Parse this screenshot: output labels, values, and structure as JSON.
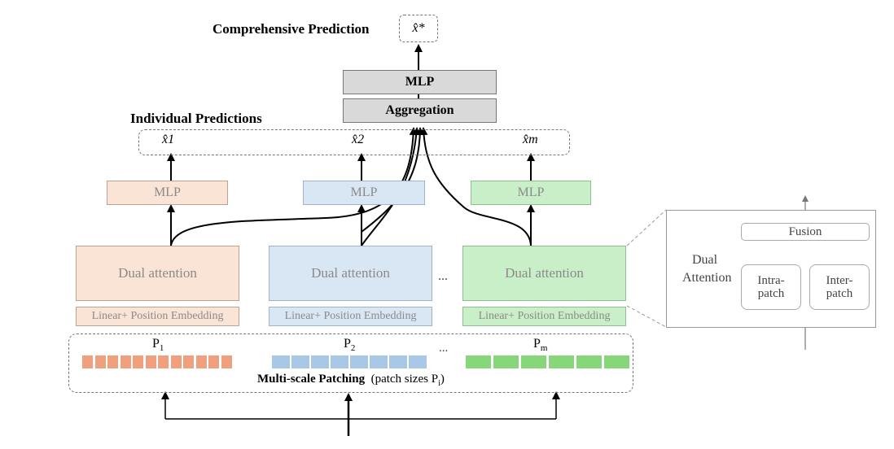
{
  "top": {
    "comprehensive_label": "Comprehensive Prediction",
    "x_star": "x̂*",
    "mlp": "MLP",
    "aggregation": "Aggregation"
  },
  "individual": {
    "label": "Individual Predictions",
    "x1": "x̂1",
    "x2": "x̂2",
    "xm": "x̂m"
  },
  "branches": [
    {
      "mlp": "MLP",
      "dual": "Dual attention",
      "embed": "Linear+ Position Embedding",
      "patch_label": "P",
      "patch_sub": "1"
    },
    {
      "mlp": "MLP",
      "dual": "Dual attention",
      "embed": "Linear+ Position Embedding",
      "patch_label": "P",
      "patch_sub": "2"
    },
    {
      "mlp": "MLP",
      "dual": "Dual attention",
      "embed": "Linear+ Position Embedding",
      "patch_label": "P",
      "patch_sub": "m"
    }
  ],
  "ellipsis": "...",
  "patching": {
    "label_bold": "Multi-scale Patching",
    "label_rest": "(patch sizes P",
    "label_sub": "i",
    "label_close": ")"
  },
  "inset": {
    "title_line1": "Dual",
    "title_line2": "Attention",
    "fusion": "Fusion",
    "intra": "Intra-\npatch",
    "inter": "Inter-\npatch"
  },
  "colors": {
    "orange_patch": "#f0a07c",
    "blue_patch": "#a9c8e8",
    "green_patch": "#88d67a"
  }
}
